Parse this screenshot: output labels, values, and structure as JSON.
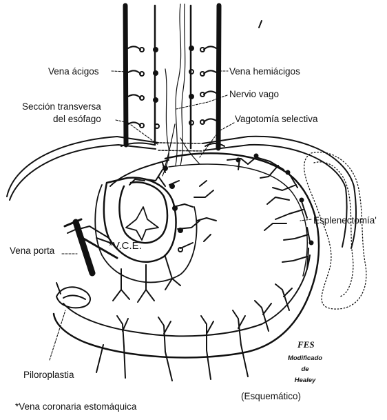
{
  "labels": {
    "vena_acigos": "Vena ácigos",
    "vena_hemiacigos": "Vena hemiácigos",
    "nervio_vago": "Nervio vago",
    "seccion_line1": "Sección transversa",
    "seccion_line2": "del esófago",
    "vagotomia": "Vagotomía selectiva",
    "esplenectomia": "Esplenectomía'",
    "vena_porta": "Vena porta",
    "vce": "*V.C.E.",
    "piloroplastia": "Piloroplastia",
    "footnote": "*Vena coronaria estomáquica",
    "esquematico": "(Esquemático)",
    "credit_line1": "Modificado",
    "credit_line2": "de",
    "credit_line3": "Healey",
    "signature": "FES"
  },
  "colors": {
    "ink": "#111111",
    "background": "#ffffff"
  }
}
